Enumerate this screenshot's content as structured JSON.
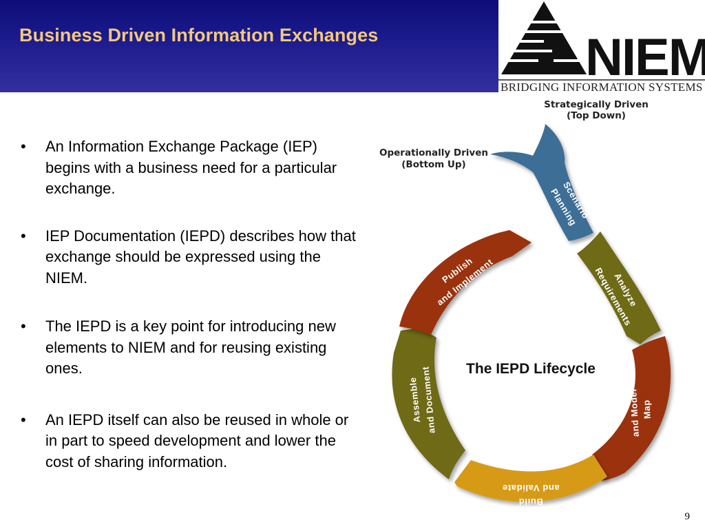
{
  "slide": {
    "title": "Business Driven Information Exchanges",
    "page_number": "9"
  },
  "logo": {
    "wordmark": "NIEM",
    "tagline": "BRIDGING INFORMATION SYSTEMS"
  },
  "bullets": [
    {
      "marker": "•",
      "text": "An Information Exchange Package (IEP) begins with a business need for a particular exchange."
    },
    {
      "marker": "•",
      "text": "IEP Documentation (IEPD) describes how that exchange should be expressed using the NIEM."
    },
    {
      "marker": "•",
      "text": "The IEPD is a key point for introducing new elements to NIEM and for reusing existing ones."
    },
    {
      "marker": "•",
      "text": "An IEPD itself can also be reused in whole or in part to speed development and lower the cost of sharing information."
    }
  ],
  "diagram": {
    "center_label": "The IEPD Lifecycle",
    "top_driver": {
      "line1": "Strategically Driven",
      "line2": "(Top Down)"
    },
    "left_driver": {
      "line1": "Operationally Driven",
      "line2": "(Bottom Up)"
    },
    "stages": [
      {
        "line1": "Scenario",
        "line2": "Planning",
        "color": "#3d6e96"
      },
      {
        "line1": "Analyze",
        "line2": "Requirements",
        "color": "#6e6a14"
      },
      {
        "line1": "Map",
        "line2": "and Model",
        "color": "#9a3210"
      },
      {
        "line1": "Build",
        "line2": "and Validate",
        "color": "#d79a14"
      },
      {
        "line1": "Assemble",
        "line2": "and Document",
        "color": "#6e6a14"
      },
      {
        "line1": "Publish",
        "line2": "and Implement",
        "color": "#9a3210"
      }
    ]
  }
}
